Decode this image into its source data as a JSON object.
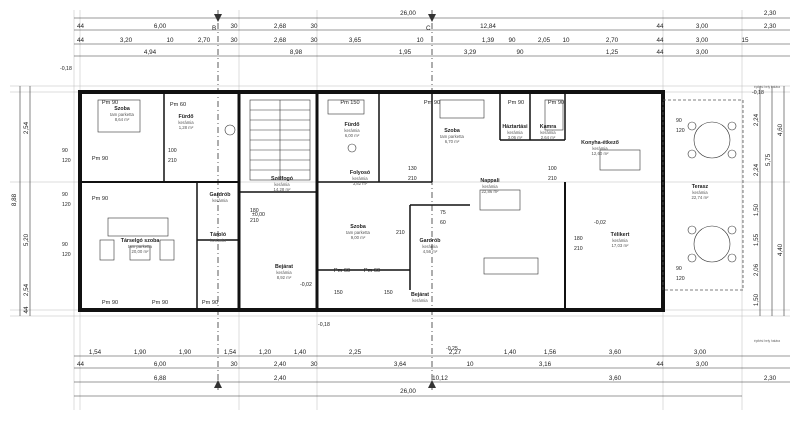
{
  "top_dims": {
    "overall": "26,00",
    "overall_right": "2,30",
    "row2": [
      "44",
      "6,00",
      "30",
      "2,68",
      "30",
      "12,84",
      "44",
      "3,00",
      "2,30"
    ],
    "row3": [
      "44",
      "3,20",
      "10",
      "2,70",
      "30",
      "2,68",
      "30",
      "3,65",
      "10",
      "1,39",
      "90",
      "2,05",
      "10",
      "2,70",
      "44",
      "3,00",
      "15"
    ],
    "row4": [
      "4,94",
      "8,98",
      "1,95",
      "3,29",
      "90",
      "1,25",
      "44",
      "3,00"
    ]
  },
  "bottom_dims": {
    "row1": [
      "1,54",
      "1,90",
      "1,90",
      "1,54",
      "1,20",
      "1,40",
      "2,25",
      "2,27",
      "1,40",
      "1,56",
      "3,60",
      "3,00"
    ],
    "row2": [
      "44",
      "6,00",
      "30",
      "2,40",
      "30",
      "3,64",
      "10",
      "3,16",
      "44",
      "3,00"
    ],
    "row3": [
      "6,88",
      "2,40",
      "10,12",
      "3,60",
      "2,30"
    ],
    "overall": "26,00"
  },
  "left_dims": [
    "2,54",
    "5,20",
    "2,54",
    "8,88",
    "44"
  ],
  "right_dims": [
    "2,24",
    "2,24",
    "1,50",
    "1,55",
    "5,75",
    "4,60",
    "2,06",
    "1,50",
    "4,40"
  ],
  "section_marks": [
    "B",
    "C"
  ],
  "levels": [
    "-0,18",
    "-0,18",
    "±0,00",
    "-0,02",
    "-0,02",
    "-0,25",
    "-0,18"
  ],
  "rooms": [
    {
      "name": "Szoba",
      "sub1": "tam parketta",
      "sub2": "8,64 m²"
    },
    {
      "name": "Fürdő",
      "sub1": "kerámia",
      "sub2": "1,28 m²"
    },
    {
      "name": "Társelgó szoba",
      "sub1": "tam parketta",
      "sub2": "20,00 m²"
    },
    {
      "name": "Gardrób",
      "sub1": "kerámia",
      "sub2": ""
    },
    {
      "name": "Tároló",
      "sub1": "kerámia",
      "sub2": ""
    },
    {
      "name": "Szélfogó",
      "sub1": "kerámia",
      "sub2": "14,28 m²"
    },
    {
      "name": "Bejárat",
      "sub1": "kerámia",
      "sub2": "8,92 m²"
    },
    {
      "name": "Fürdő",
      "sub1": "kerámia",
      "sub2": "6,00 m²"
    },
    {
      "name": "Folyosó",
      "sub1": "kerámia",
      "sub2": "3,82 m²"
    },
    {
      "name": "Szoba",
      "sub1": "tam parketta",
      "sub2": "9,00 m²"
    },
    {
      "name": "Szoba",
      "sub1": "tam parketta",
      "sub2": "6,70 m²"
    },
    {
      "name": "Háztartási",
      "sub1": "kerámia",
      "sub2": "3,06 m²"
    },
    {
      "name": "Kamra",
      "sub1": "kerámia",
      "sub2": "2,64 m²"
    },
    {
      "name": "Konyha-étkező",
      "sub1": "kerámia",
      "sub2": "12,60 m²"
    },
    {
      "name": "Nappali",
      "sub1": "kerámia",
      "sub2": "22,86 m²"
    },
    {
      "name": "Gardrób",
      "sub1": "kerámia",
      "sub2": "4,56 m²"
    },
    {
      "name": "Bejárat",
      "sub1": "kerámia",
      "sub2": ""
    },
    {
      "name": "Télikert",
      "sub1": "kerámia",
      "sub2": "17,03 m²"
    },
    {
      "name": "Terasz",
      "sub1": "kerámia",
      "sub2": "22,74 m²"
    }
  ],
  "opening_labels": [
    "Pm 90",
    "Pm 90",
    "Pm 90",
    "Pm 90",
    "Pm 90",
    "Pm 90",
    "Pm 150",
    "Pm 60",
    "Pm 60",
    "Pm 90",
    "Pm 90",
    "Pm 90",
    "Pm 60"
  ],
  "sill_labels": [
    "90",
    "120",
    "90",
    "120",
    "90",
    "120",
    "150",
    "150",
    "90",
    "90",
    "120",
    "120",
    "130",
    "210",
    "100",
    "210",
    "100",
    "210",
    "180",
    "210",
    "210",
    "180",
    "75",
    "60",
    "210"
  ],
  "notes": [
    "építési hely határa",
    "építési hely határa"
  ]
}
